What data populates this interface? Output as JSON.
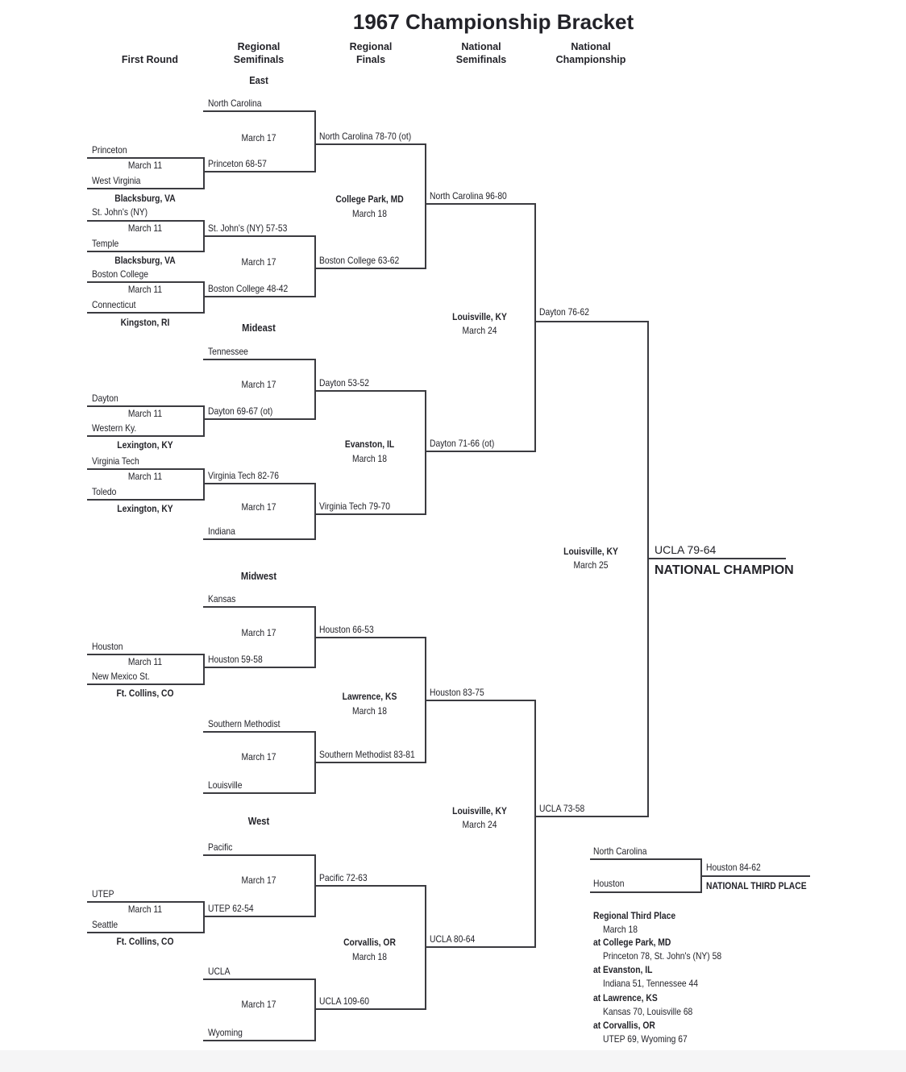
{
  "title": "1967 Championship Bracket",
  "colors": {
    "line": "#3b3b40",
    "text": "#232329",
    "background": "#ffffff"
  },
  "round_headers": [
    {
      "label": "First Round"
    },
    {
      "label": "Regional\nSemifinals"
    },
    {
      "label": "Regional\nFinals"
    },
    {
      "label": "National\nSemifinals"
    },
    {
      "label": "National\nChampionship"
    }
  ],
  "east": {
    "name": "East",
    "bye": "North Carolina",
    "fr1": {
      "top": "Princeton",
      "date": "March 11",
      "bottom": "West Virginia",
      "site": "Blacksburg, VA"
    },
    "fr2": {
      "top": "St. John's (NY)",
      "date": "March 11",
      "bottom": "Temple",
      "site": "Blacksburg, VA"
    },
    "fr3": {
      "top": "Boston College",
      "date": "March 11",
      "bottom": "Connecticut",
      "site": "Kingston, RI"
    },
    "sf1": {
      "date": "March 17",
      "bottom": "Princeton 68-57",
      "result": "North Carolina 78-70 (ot)"
    },
    "sf2": {
      "top": "St. John's (NY) 57-53",
      "date": "March 17",
      "bottom": "Boston College 48-42",
      "result": "Boston College 63-62"
    },
    "final": {
      "site": "College Park, MD",
      "date": "March 18",
      "result": "North Carolina 96-80"
    }
  },
  "mideast": {
    "name": "Mideast",
    "bye_top": "Tennessee",
    "bye_bottom": "Indiana",
    "fr1": {
      "top": "Dayton",
      "date": "March 11",
      "bottom": "Western Ky.",
      "site": "Lexington, KY"
    },
    "fr2": {
      "top": "Virginia Tech",
      "date": "March 11",
      "bottom": "Toledo",
      "site": "Lexington, KY"
    },
    "sf1": {
      "date": "March 17",
      "bottom": "Dayton 69-67 (ot)",
      "result": "Dayton 53-52"
    },
    "sf2": {
      "top": "Virginia Tech 82-76",
      "date": "March 17",
      "result": "Virginia Tech 79-70"
    },
    "final": {
      "site": "Evanston, IL",
      "date": "March 18",
      "result": "Dayton 71-66 (ot)"
    }
  },
  "midwest": {
    "name": "Midwest",
    "bye_top": "Kansas",
    "bye_mid": "Southern Methodist",
    "bye_bottom": "Louisville",
    "fr1": {
      "top": "Houston",
      "date": "March 11",
      "bottom": "New Mexico St.",
      "site": "Ft. Collins, CO"
    },
    "sf1": {
      "date": "March 17",
      "bottom": "Houston 59-58",
      "result": "Houston 66-53"
    },
    "sf2": {
      "date": "March 17",
      "result": "Southern Methodist 83-81"
    },
    "final": {
      "site": "Lawrence, KS",
      "date": "March 18",
      "result": "Houston 83-75"
    }
  },
  "west": {
    "name": "West",
    "bye_top": "Pacific",
    "bye_mid": "UCLA",
    "bye_bottom": "Wyoming",
    "fr1": {
      "top": "UTEP",
      "date": "March 11",
      "bottom": "Seattle",
      "site": "Ft. Collins, CO"
    },
    "sf1": {
      "date": "March 17",
      "bottom": "UTEP 62-54",
      "result": "Pacific 72-63"
    },
    "sf2": {
      "date": "March 17",
      "result": "UCLA 109-60"
    },
    "final": {
      "site": "Corvallis, OR",
      "date": "March 18",
      "result": "UCLA 80-64"
    }
  },
  "national_semifinal_1": {
    "site": "Louisville, KY",
    "date": "March 24",
    "result": "Dayton 76-62"
  },
  "national_semifinal_2": {
    "site": "Louisville, KY",
    "date": "March 24",
    "result": "UCLA 73-58"
  },
  "championship": {
    "site": "Louisville, KY",
    "date": "March 25",
    "result": "UCLA 79-64",
    "label": "NATIONAL CHAMPION"
  },
  "third_place": {
    "top": "North Carolina",
    "bottom": "Houston",
    "result": "Houston 84-62",
    "label": "NATIONAL THIRD PLACE"
  },
  "regional_third_place": {
    "heading": "Regional Third Place",
    "date": "March 18",
    "games": [
      {
        "site": "at College Park, MD",
        "score": "Princeton 78, St. John's (NY) 58"
      },
      {
        "site": "at Evanston, IL",
        "score": "Indiana 51, Tennessee 44"
      },
      {
        "site": "at Lawrence, KS",
        "score": "Kansas 70, Louisville 68"
      },
      {
        "site": "at Corvallis, OR",
        "score": "UTEP 69, Wyoming 67"
      }
    ]
  }
}
